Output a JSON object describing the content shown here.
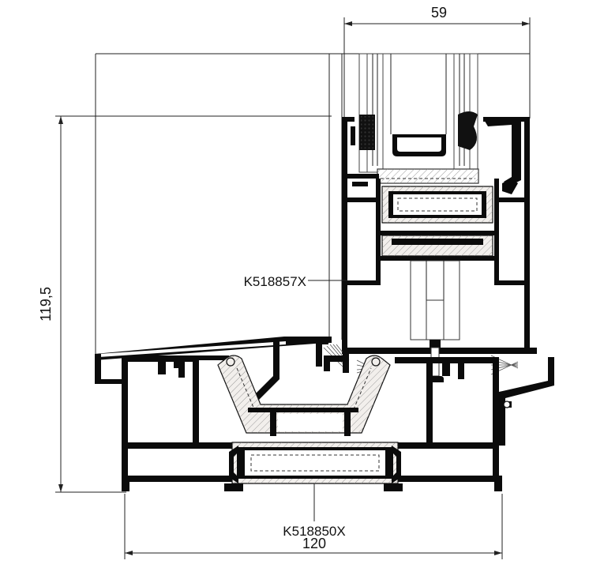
{
  "dimensions": {
    "top_width": "59",
    "height": "119,5",
    "bottom_width": "120"
  },
  "labels": {
    "sash_profile": "K518857X",
    "frame_profile": "K518850X"
  },
  "colors": {
    "profile": "#0b0b0b",
    "insulation": "#f2efec",
    "line": "#222222"
  }
}
